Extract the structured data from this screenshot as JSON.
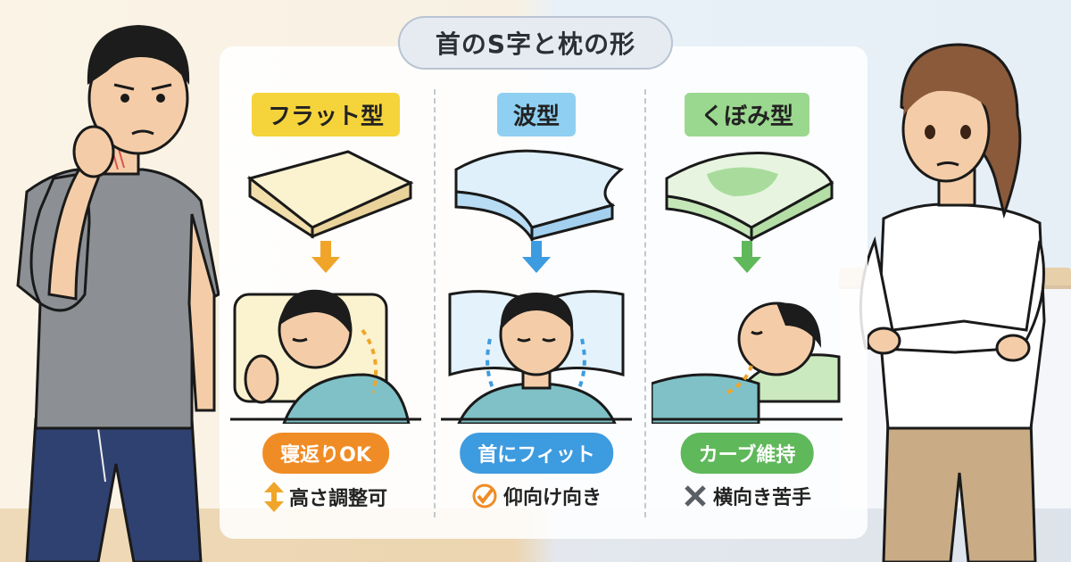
{
  "title": "首のS字と枕の形",
  "colors": {
    "flat": "#f5d33b",
    "wave": "#8fd0f2",
    "hollow": "#9bd88f",
    "flat_pill": "#f08c25",
    "wave_pill": "#3d9be0",
    "hollow_pill": "#5fb85a"
  },
  "columns": [
    {
      "type_label": "フラット型",
      "result_label": "寝返りOK",
      "feature_icon": "up-down-arrow-icon",
      "feature_text": "高さ調整可"
    },
    {
      "type_label": "波型",
      "result_label": "首にフィット",
      "feature_icon": "check-circle-icon",
      "feature_text": "仰向け向き"
    },
    {
      "type_label": "くぼみ型",
      "result_label": "カーブ維持",
      "feature_icon": "x-mark-icon",
      "feature_text": "横向き苦手"
    }
  ]
}
